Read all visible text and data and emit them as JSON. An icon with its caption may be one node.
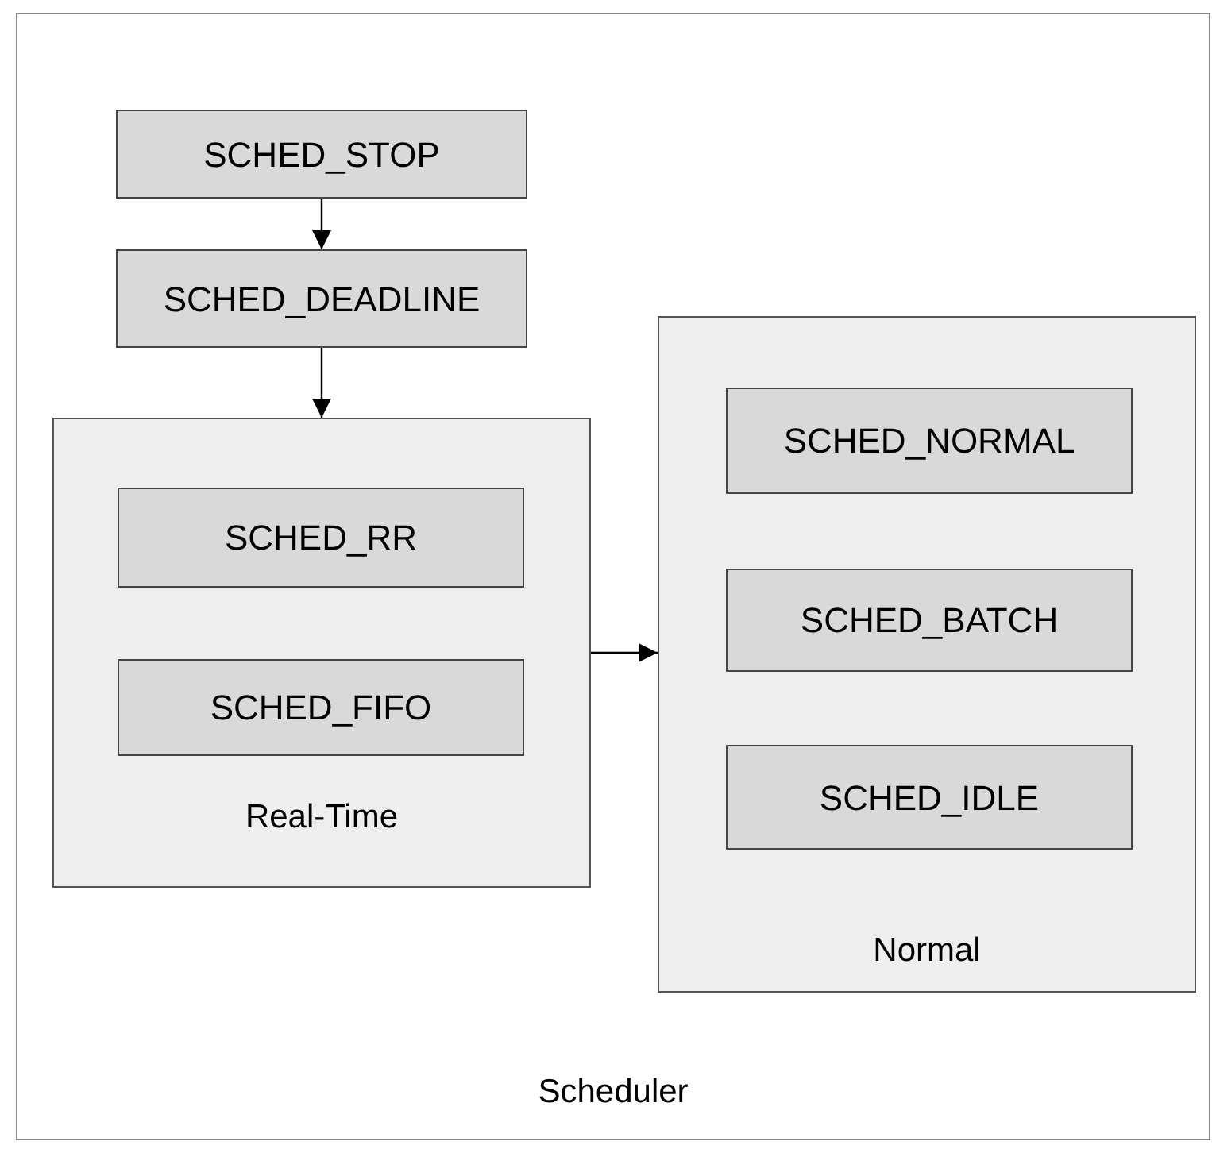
{
  "diagram": {
    "nodes": [
      {
        "text": [
          "Scheduler"
        ]
      },
      {
        "text": [
          "SCHED_STOP"
        ],
        "in": 0
      },
      {
        "text": [
          "SCHED_DEADLINE"
        ],
        "in": 0
      },
      {
        "text": [
          "Real-Time"
        ],
        "in": 0
      },
      {
        "text": [
          "SCHED_RR"
        ],
        "in": 3
      },
      {
        "text": [
          "SCHED_FIFO"
        ],
        "in": 3
      },
      {
        "text": [
          "Normal"
        ],
        "in": 0
      },
      {
        "text": [
          "SCHED_NORMAL"
        ],
        "in": 6
      },
      {
        "text": [
          "SCHED_BATCH"
        ],
        "in": 6
      },
      {
        "text": [
          "SCHED_IDLE"
        ],
        "in": 6
      }
    ],
    "edges": [
      {
        "from": 1,
        "to": 2,
        "arrow": "to"
      },
      {
        "from": 2,
        "to": 3,
        "arrow": "to"
      },
      {
        "from": 3,
        "to": 6,
        "arrow": "to"
      }
    ]
  }
}
